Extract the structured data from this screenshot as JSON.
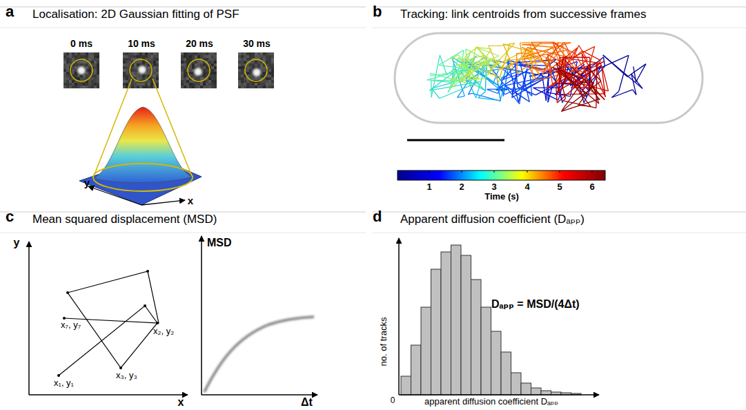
{
  "diagram": {
    "labels": [
      "a",
      "Localisation: 2D Gaussian fitting of PSF",
      "0 ms",
      "10 ms",
      "20 ms",
      "30 ms",
      "y",
      "x",
      "b",
      "Tracking: link centroids from successive frames",
      "1",
      "2",
      "3",
      "4",
      "5",
      "6",
      "Time (s)",
      "c",
      "Mean squared displacement (MSD)",
      "y",
      "x",
      "x₇, y₇",
      "x₂, y₂",
      "x₁, y₁",
      "x₃, y₃",
      "MSD",
      "Δt",
      "d",
      "Apparent diffusion coefficient (Dₐₚₚ)",
      "no. of tracks",
      "Dₐₚₚ = MSD/(4Δt)",
      "0",
      "apparent diffusion coefficient Dₐₚₚ"
    ]
  }
}
